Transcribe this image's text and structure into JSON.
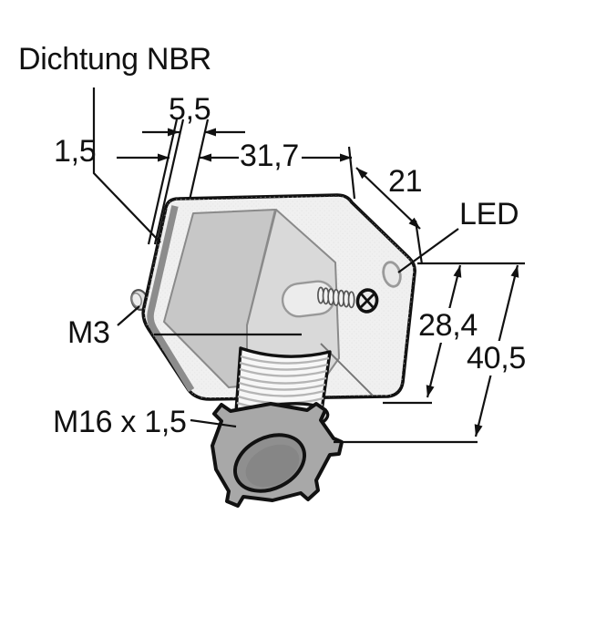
{
  "part_labels": {
    "seal": "Dichtung NBR",
    "led": "LED",
    "mounting_screw": "M3",
    "cable_gland": "M16 x 1,5"
  },
  "dimension_values": {
    "seal_thickness": "1,5",
    "seal_to_face": "5,5",
    "body_width": "31,7",
    "end_face_edge": "21",
    "body_height": "28,4",
    "overall_height": "40,5"
  },
  "colors": {
    "line": "#111111",
    "body_face": "#f0f0f0",
    "connector_face": "#c7c7c7",
    "chamfer_face": "#d9d9d9",
    "seal_band": "#8c8c8c",
    "gland_nut": "#a8a8a8",
    "gland_bore": "#8f8f8f",
    "background": "#ffffff"
  }
}
